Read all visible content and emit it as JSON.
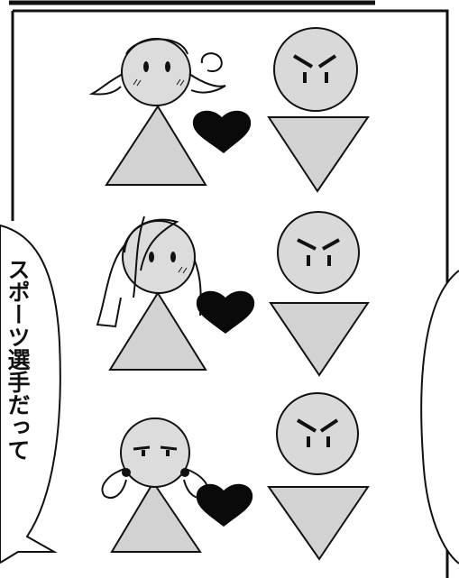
{
  "speech_bubble": {
    "text": "スポーツ選手だって"
  },
  "colors": {
    "ink": "#111111",
    "shape_fill": "#d2d2d2",
    "face_fill": "#d9d9d9",
    "heart": "#0a0a0a",
    "paper": "#ffffff"
  },
  "rows": [
    {
      "girl": "short-hair-girl",
      "boy": "angry-boy"
    },
    {
      "girl": "long-hair-girl",
      "boy": "angry-boy"
    },
    {
      "girl": "pigtail-girl",
      "boy": "angry-boy"
    }
  ]
}
